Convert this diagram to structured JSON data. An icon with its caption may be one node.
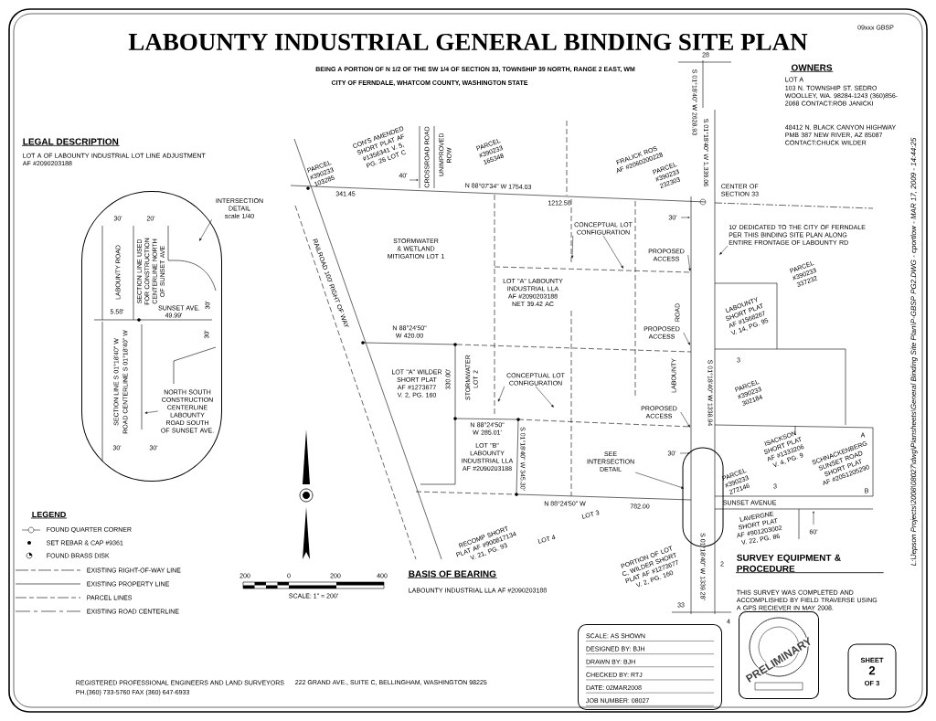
{
  "diagram": {
    "title": "LABOUNTY INDUSTRIAL GENERAL BINDING SITE PLAN",
    "nodes": [
      {
        "text": [],
        "shape": "oval"
      },
      {
        "text": [
          "INTERSECTION DETAIL scale 1/40"
        ]
      },
      {
        "text": [
          "NORTH SOUTH CONSTRUCTION CENTERLINE LABOUNTY ROAD SOUTH OF SUNSET AVE."
        ],
        "in": 0
      },
      {
        "text": [
          "CONCEPTUAL LOT CONFIGURATION"
        ]
      },
      {
        "text": [
          "CONCEPTUAL LOT CONFIGURATION"
        ]
      },
      {
        "text": [
          "SEE INTERSECTION DETAIL"
        ]
      },
      {
        "text": [],
        "shape": "oval"
      },
      {
        "text": [
          "10' DEDICATED TO THE CITY OF FERNDALE PER THIS BINDING SITE PLAN ALONG ENTIRE FRONTAGE OF LABOUNTY RD"
        ]
      },
      {
        "text": [
          "PROPOSED ACCESS"
        ]
      },
      {
        "text": [
          "PROPOSED ACCESS"
        ]
      },
      {
        "text": [
          "PROPOSED ACCESS"
        ]
      },
      {
        "text": [
          "SCALE: AS SHOWN",
          "DESIGNED BY: BJH",
          "DRAWN BY: BJH",
          "CHECKED BY: RTJ",
          "DATE: 02MAR2008",
          "JOB NUMBER: 08027"
        ]
      },
      {
        "text": [],
        "shape": "box"
      },
      {
        "text": [
          "SHEET",
          "2",
          "OF 3"
        ]
      }
    ],
    "edges": [
      {
        "from": 1,
        "to": 0,
        "arrow": "to"
      },
      {
        "from": 2,
        "to": null,
        "arrow": "to"
      },
      {
        "from": 3,
        "to": null,
        "arrow": "to"
      },
      {
        "from": 3,
        "to": null,
        "arrow": "to"
      },
      {
        "from": 4,
        "to": null,
        "arrow": "to"
      },
      {
        "from": 4,
        "to": null,
        "arrow": "to"
      },
      {
        "from": 5,
        "to": 6,
        "arrow": "to"
      },
      {
        "from": 7,
        "to": null,
        "arrow": "to"
      },
      {
        "from": 8,
        "to": null,
        "arrow": "to"
      },
      {
        "from": 9,
        "to": null,
        "arrow": "to"
      },
      {
        "from": 10,
        "to": null,
        "arrow": "to"
      }
    ],
    "labels": [
      "09xxx GBSP",
      "OWNERS",
      "LOT A",
      "103 N. TOWNSHIP ST. SEDRO WOOLLEY, WA. 98284-1243 (360)856-2068 CONTACT:ROB JANICKI",
      "48412 N. BLACK CANYON HIGHWAY PMB 387 NEW RIVER, AZ 85087 CONTACT:CHUCK WILDER",
      "L:\\Jepson Projects\\2008\\08027\\dwg\\Plansheets\\General Binding Site Plan\\P-GBSP PG2.DWG - cportlow - MAR 17, 2009 - 14:44:25",
      "BEING A PORTION OF N 1/2 OF THE SW 1/4 OF SECTION 33, TOWNSHIP 39 NORTH, RANGE 2 EAST, WM",
      "CITY OF FERNDALE, WHATCOM COUNTY, WASHINGTON STATE",
      "LEGAL DESCRIPTION",
      "LOT A OF LABOUNTY INDUSTRIAL LOT LINE ADJUSTMENT AF #2090203188",
      "28",
      "S 01°18'40\" W 2628.93",
      "PARCEL #390233 103285",
      "CON'S AMENDED SHORT PLAT AF #1356341 V. 5, PG. 26 LOT C",
      "CROSSROAD ROAD",
      "UNIMPROVED ROW",
      "40'",
      "341.45",
      "N 88°07'34\" W 1754.03",
      "PARCEL #390233 165348",
      "FRALICK ROS AF #2060200228",
      "PARCEL #390233 232303",
      "1212.58",
      "CENTER OF SECTION 33",
      "30'",
      "PARCEL #390233 337232",
      "STORMWATER & WETLAND MITIGATION LOT 1",
      "LOT \"A\" LABOUNTY INDUSTRIAL LLA AF #2090203188 NET 39.42 AC",
      "RAILROAD 100' RIGHT OF WAY",
      "N 88°24'50\" W 420.00",
      "LOT \"A\" WILDER SHORT PLAT AF #1273677 V. 2, PG. 160",
      "330.00'",
      "STORMWATER LOT 2",
      "N 88°24'50\" W 285.01'",
      "LOT \"B\" LABOUNTY INDUSTRIAL LLA AF #2090203188",
      "S 01°18'40\" W 345.30'",
      "N 88°24'50\" W",
      "782.00",
      "LOT 3",
      "LOT 4",
      "RECOMP SHORT PLAT AF #900817134 V. 21, PG. 93",
      "ROAD",
      "LABOUNTY",
      "S 01°18'40\" W 1,339.06",
      "S 01°18'40\" W 1338.94",
      "LABOUNTY SHORT PLAT AF #1568267 V. 14, PG. 95",
      "PARCEL #390233 302184",
      "ISACKSON SHORT PLAT AF #1333206 V. 4, PG. 9",
      "SCHNACKENBERG SUNSET ROAD SHORT PLAT AF #2051205290",
      "PARCEL #390233 272146",
      "SUNSET AVENUE",
      "60'",
      "PORTION OF LOT C, WILDER SHORT PLAT AF #1273677 V. 2, PG. 160",
      "LAVERGNE SHORT PLAT AF #901203002 V. 22, PG. 86",
      "S 01°18'40\" W 1339.28'",
      "33",
      "4",
      "3",
      "3",
      "A",
      "B",
      "30'",
      "20'",
      "LABOUNTY ROAD",
      "SECTION LINE USED FOR CONSTRUCTION CENTERLINE NORTH OF SUNSET AVE",
      "5.58'",
      "SUNSET AVE.",
      "30'",
      "49.99'",
      "30'",
      "SECTION LINE S 01°18'40\" W",
      "ROAD CENTERLINE S 01°18'40\" W",
      "30'",
      "30'",
      "LEGEND",
      "BASIS OF BEARING",
      "LABOUNTY INDUSTRIAL LLA AF #2090203188",
      "SURVEY EQUIPMENT & PROCEDURE",
      "THIS SURVEY WAS COMPLETED AND ACCOMPLISHED BY FIELD TRAVERSE USING A GPS RECIEVER IN MAY 2008.",
      "200",
      "0",
      "200",
      "400",
      "SCALE: 1\" = 200'",
      "PRELIMINARY",
      "REGISTERED PROFESSIONAL ENGINEERS AND LAND SURVEYORS",
      "222 GRAND AVE., SUITE C, BELLINGHAM, WASHINGTON 98225",
      "PH.(360) 733-5760 FAX (360) 647-6933",
      "30'",
      "2"
    ],
    "legend": [
      {
        "text": "FOUND QUARTER CORNER"
      },
      {
        "text": "SET REBAR & CAP #9361"
      },
      {
        "text": "FOUND BRASS DISK"
      },
      {
        "text": "EXISTING RIGHT-OF-WAY LINE"
      },
      {
        "text": "EXISTING PROPERTY LINE"
      },
      {
        "text": "PARCEL LINES"
      },
      {
        "text": "EXISTING ROAD CENTERLINE"
      }
    ]
  }
}
